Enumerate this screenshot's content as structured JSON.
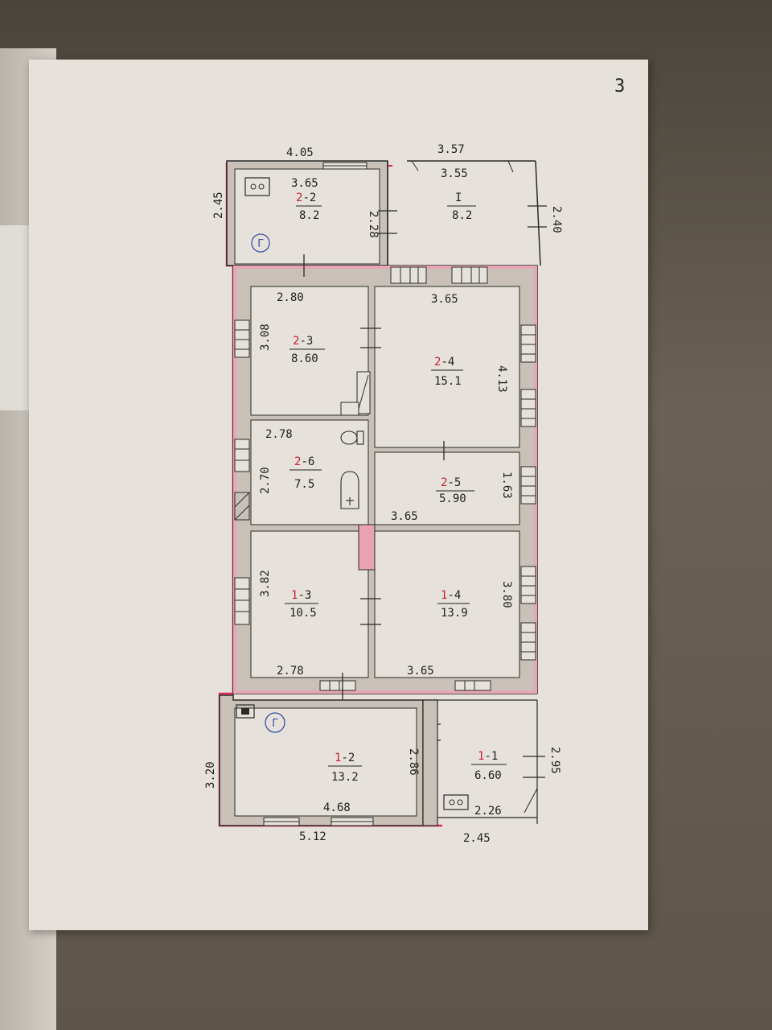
{
  "sheet_number": "3",
  "rooms": {
    "r2_2": {
      "prefix": "2",
      "num": "-2",
      "area": "8.2"
    },
    "rI": {
      "prefix": "",
      "num": "I",
      "area": "8.2"
    },
    "r2_3": {
      "prefix": "2",
      "num": "-3",
      "area": "8.60"
    },
    "r2_4": {
      "prefix": "2",
      "num": "-4",
      "area": "15.1"
    },
    "r2_6": {
      "prefix": "2",
      "num": "-6",
      "area": "7.5"
    },
    "r2_5": {
      "prefix": "2",
      "num": "-5",
      "area": "5.90"
    },
    "r1_3": {
      "prefix": "1",
      "num": "-3",
      "area": "10.5"
    },
    "r1_4": {
      "prefix": "1",
      "num": "-4",
      "area": "13.9"
    },
    "r1_2": {
      "prefix": "1",
      "num": "-2",
      "area": "13.2"
    },
    "r1_1": {
      "prefix": "1",
      "num": "-1",
      "area": "6.60"
    }
  },
  "dims": {
    "top_left_outer": "4.05",
    "top_right_outer": "3.57",
    "r2_2_inner_w": "3.65",
    "rI_inner_w": "3.55",
    "left_outer_h": "2.45",
    "r2_2_h": "2.28",
    "rI_h": "2.40",
    "r2_3_w": "2.80",
    "r2_4_w": "3.65",
    "r2_3_h": "3.08",
    "r2_4_h": "4.13",
    "r2_6_w": "2.78",
    "r2_6_h": "2.70",
    "r2_5_h": "1.63",
    "r2_5_w": "3.65",
    "r1_3_h": "3.82",
    "r1_4_h": "3.80",
    "r1_3_w": "2.78",
    "r1_4_w": "3.65",
    "r1_2_outer_h": "3.20",
    "r1_2_h": "2.86",
    "r1_2_inner_w": "4.68",
    "r1_2_outer_w": "5.12",
    "r1_1_h": "2.95",
    "r1_1_inner_w": "2.26",
    "r1_1_outer_w": "2.45"
  },
  "markers": {
    "gas_marker": "Г"
  },
  "colors": {
    "wall": "#c9c1b8",
    "wall_outline": "#2a2a2a",
    "red_line": "#e0285a",
    "paper": "#e6e1da",
    "circle": "#3a4fa8"
  }
}
